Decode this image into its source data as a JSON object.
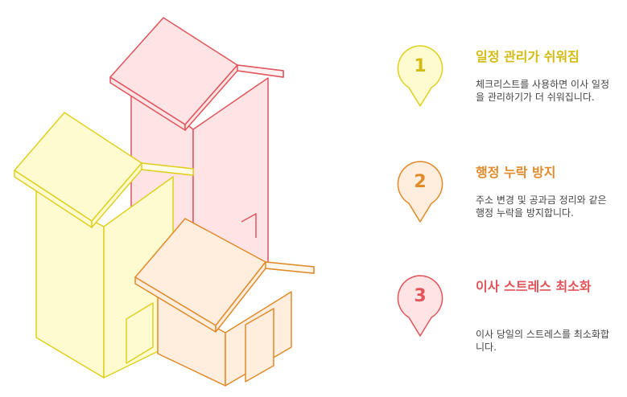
{
  "colors": {
    "yellow": "#e0cf20",
    "yellow_fill": "#fffbd0",
    "orange": "#e08a2a",
    "orange_fill": "#ffeedd",
    "red": "#e0545a",
    "red_fill": "#ffe4e6",
    "description_text": "#444444"
  },
  "items": [
    {
      "number": "1",
      "title": "일정 관리가 쉬워짐",
      "description": "체크리스트를 사용하면 이사 일정을 관리하기가 더 쉬워집니다.",
      "color": "#e0cf20",
      "fill": "#fffbd0"
    },
    {
      "number": "2",
      "title": "행정 누락 방지",
      "description": "주소 변경 및 공과금 정리와 같은 행정 누락을 방지합니다.",
      "color": "#e08a2a",
      "fill": "#ffeedd"
    },
    {
      "number": "3",
      "title": "이사 스트레스 최소화",
      "description": "이사 당일의 스트레스를 최소화합니다.",
      "color": "#e0545a",
      "fill": "#ffe4e6"
    }
  ]
}
